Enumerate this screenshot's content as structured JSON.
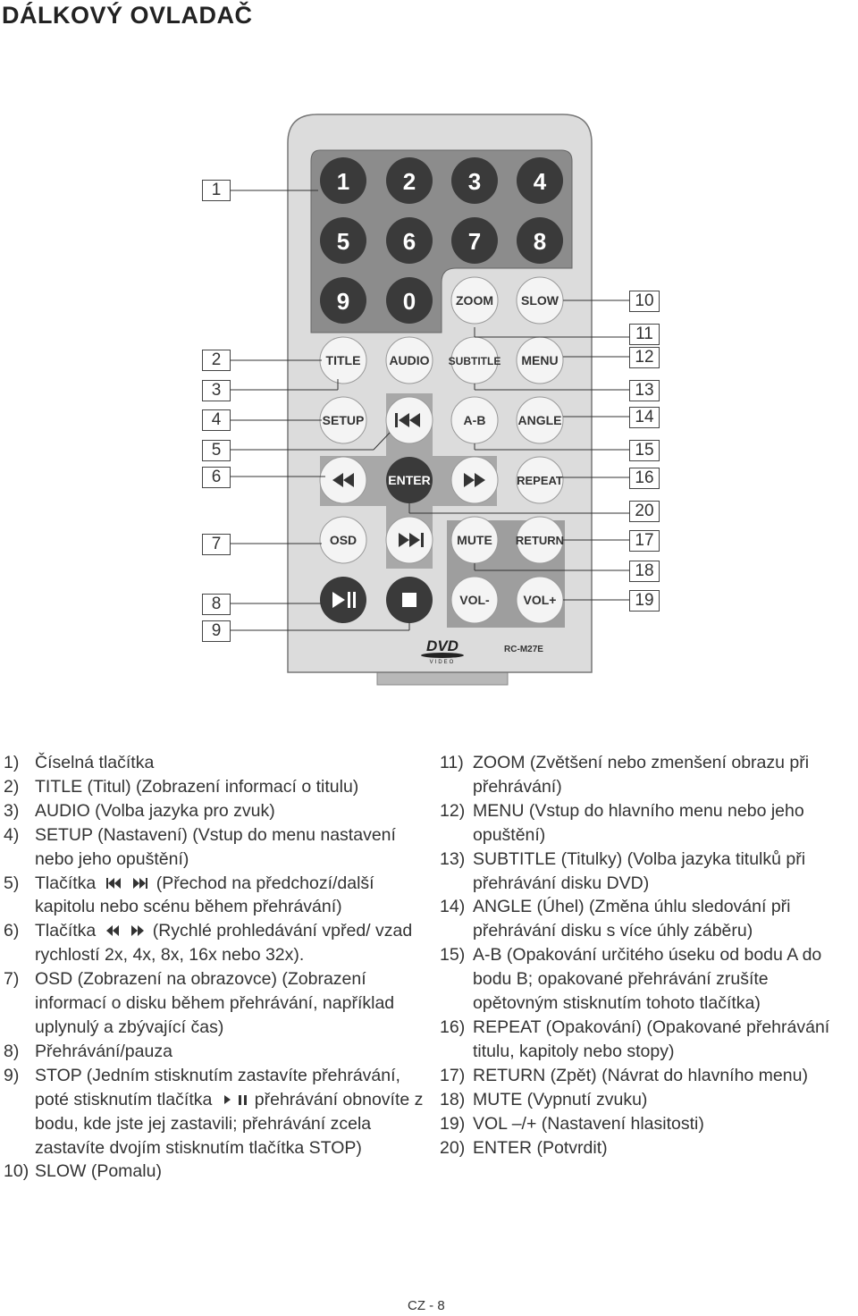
{
  "title": "DÁLKOVÝ OVLADAČ",
  "footer": "CZ - 8",
  "remote": {
    "model": "RC-M27E",
    "logo_top": "DVD",
    "logo_bottom": "VIDEO",
    "buttons": {
      "b1": "1",
      "b2": "2",
      "b3": "3",
      "b4": "4",
      "b5": "5",
      "b6": "6",
      "b7": "7",
      "b8": "8",
      "b9": "9",
      "b0": "0",
      "zoom": "ZOOM",
      "slow": "SLOW",
      "title": "TITLE",
      "audio": "AUDIO",
      "subtitle": "SUBTITLE",
      "menu": "MENU",
      "setup": "SETUP",
      "ab": "A-B",
      "angle": "ANGLE",
      "enter": "ENTER",
      "repeat": "REPEAT",
      "osd": "OSD",
      "mute": "MUTE",
      "return": "RETURN",
      "voldown": "VOL-",
      "volup": "VOL+"
    },
    "callouts_left": [
      "1",
      "2",
      "3",
      "4",
      "5",
      "6",
      "7",
      "8",
      "9"
    ],
    "callouts_right": [
      "10",
      "11",
      "12",
      "13",
      "14",
      "15",
      "16",
      "20",
      "17",
      "18",
      "19"
    ]
  },
  "legend_left": [
    {
      "n": "1)",
      "t": "Číselná tlačítka"
    },
    {
      "n": "2)",
      "t": "TITLE (Titul) (Zobrazení informací o titulu)"
    },
    {
      "n": "3)",
      "t": "AUDIO (Volba jazyka pro zvuk)"
    },
    {
      "n": "4)",
      "t": "SETUP (Nastavení) (Vstup do menu nastavení nebo jeho opuštění)"
    },
    {
      "n": "5)",
      "t1": "Tlačítka",
      "t2": "(Přechod na předchozí/další kapitolu nebo scénu během přehrávání)"
    },
    {
      "n": "6)",
      "t1": "Tlačítka",
      "t2": "(Rychlé prohledávání vpřed/ vzad rychlostí 2x, 4x, 8x, 16x nebo 32x)."
    },
    {
      "n": "7)",
      "t": "OSD (Zobrazení na obrazovce) (Zobrazení informací o disku během přehrávání, například uplynulý a zbývající čas)"
    },
    {
      "n": "8)",
      "t": "Přehrávání/pauza"
    },
    {
      "n": "9)",
      "t1": "STOP (Jedním stisknutím zastavíte přehrávání, poté stisknutím tlačítka",
      "t2": "přehrávání obnovíte z bodu, kde jste jej zastavili; přehrávání zcela zastavíte dvojím stisknutím tlačítka STOP)"
    },
    {
      "n": "10)",
      "t": "SLOW (Pomalu)"
    }
  ],
  "legend_right": [
    {
      "n": "11)",
      "t": "ZOOM (Zvětšení nebo zmenšení obrazu při přehrávání)"
    },
    {
      "n": "12)",
      "t": "MENU (Vstup do hlavního menu nebo jeho opuštění)"
    },
    {
      "n": "13)",
      "t": "SUBTITLE (Titulky) (Volba jazyka titulků při přehrávání disku DVD)"
    },
    {
      "n": "14)",
      "t": "ANGLE (Úhel) (Změna úhlu sledování při přehrávání disku s více úhly záběru)"
    },
    {
      "n": "15)",
      "t": "A-B (Opakování určitého úseku od bodu A do bodu B; opakované přehrávání zrušíte opětovným stisknutím tohoto tlačítka)"
    },
    {
      "n": "16)",
      "t": "REPEAT (Opakování) (Opakované přehrávání titulu, kapitoly nebo stopy)"
    },
    {
      "n": "17)",
      "t": "RETURN (Zpět) (Návrat do hlavního menu)"
    },
    {
      "n": "18)",
      "t": "MUTE (Vypnutí zvuku)"
    },
    {
      "n": "19)",
      "t": "VOL –/+ (Nastavení hlasitosti)"
    },
    {
      "n": "20)",
      "t": "ENTER (Potvrdit)"
    }
  ]
}
